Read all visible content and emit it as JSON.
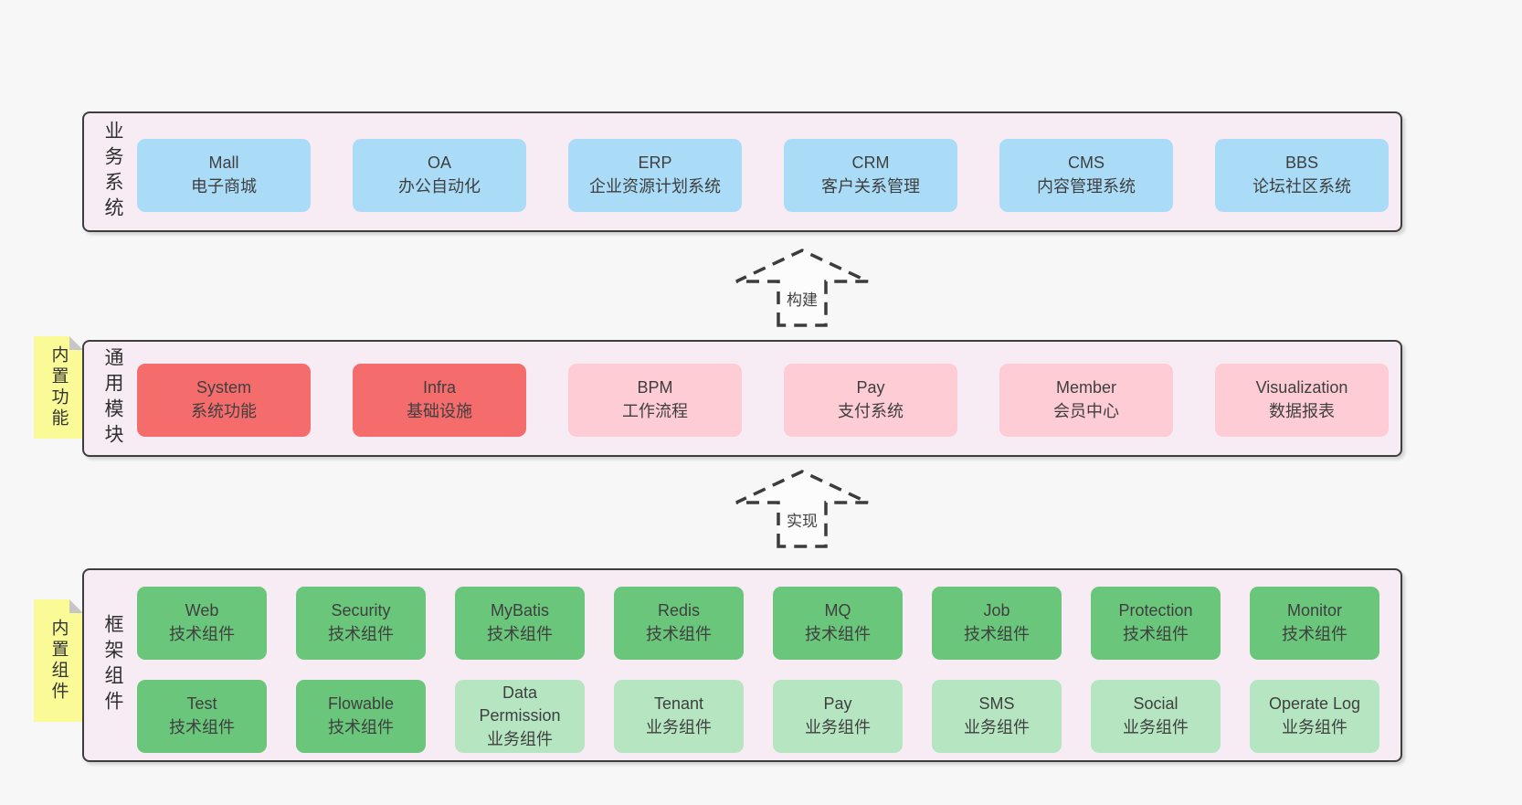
{
  "colors": {
    "page_bg": "#f7f7f7",
    "panel_bg": "#f8ecf4",
    "panel_border": "#3e3e3e",
    "business_box": "#aadcf7",
    "core_module_box": "#f56c6c",
    "module_box": "#fdccd5",
    "tech_component_box": "#6ac67b",
    "biz_component_box": "#b6e6c1",
    "sticky_note": "#fafa96"
  },
  "layers": {
    "business": {
      "side_label": "业务系统",
      "boxes": [
        {
          "name": "Mall",
          "desc": "电子商城"
        },
        {
          "name": "OA",
          "desc": "办公自动化"
        },
        {
          "name": "ERP",
          "desc": "企业资源计划系统"
        },
        {
          "name": "CRM",
          "desc": "客户关系管理"
        },
        {
          "name": "CMS",
          "desc": "内容管理系统"
        },
        {
          "name": "BBS",
          "desc": "论坛社区系统"
        }
      ]
    },
    "modules": {
      "side_label": "通用模块",
      "sticky_label": "内置功能",
      "boxes": [
        {
          "name": "System",
          "desc": "系统功能"
        },
        {
          "name": "Infra",
          "desc": "基础设施"
        },
        {
          "name": "BPM",
          "desc": "工作流程"
        },
        {
          "name": "Pay",
          "desc": "支付系统"
        },
        {
          "name": "Member",
          "desc": "会员中心"
        },
        {
          "name": "Visualization",
          "desc": "数据报表"
        }
      ]
    },
    "framework": {
      "side_label": "框架组件",
      "sticky_label": "内置组件",
      "row1": [
        {
          "name": "Web",
          "desc": "技术组件"
        },
        {
          "name": "Security",
          "desc": "技术组件"
        },
        {
          "name": "MyBatis",
          "desc": "技术组件"
        },
        {
          "name": "Redis",
          "desc": "技术组件"
        },
        {
          "name": "MQ",
          "desc": "技术组件"
        },
        {
          "name": "Job",
          "desc": "技术组件"
        },
        {
          "name": "Protection",
          "desc": "技术组件"
        },
        {
          "name": "Monitor",
          "desc": "技术组件"
        }
      ],
      "row2": [
        {
          "name": "Test",
          "desc": "技术组件"
        },
        {
          "name": "Flowable",
          "desc": "技术组件"
        },
        {
          "name": "Data Permission",
          "desc": "业务组件"
        },
        {
          "name": "Tenant",
          "desc": "业务组件"
        },
        {
          "name": "Pay",
          "desc": "业务组件"
        },
        {
          "name": "SMS",
          "desc": "业务组件"
        },
        {
          "name": "Social",
          "desc": "业务组件"
        },
        {
          "name": "Operate Log",
          "desc": "业务组件"
        }
      ]
    }
  },
  "arrows": {
    "build_label": "构建",
    "implement_label": "实现"
  }
}
